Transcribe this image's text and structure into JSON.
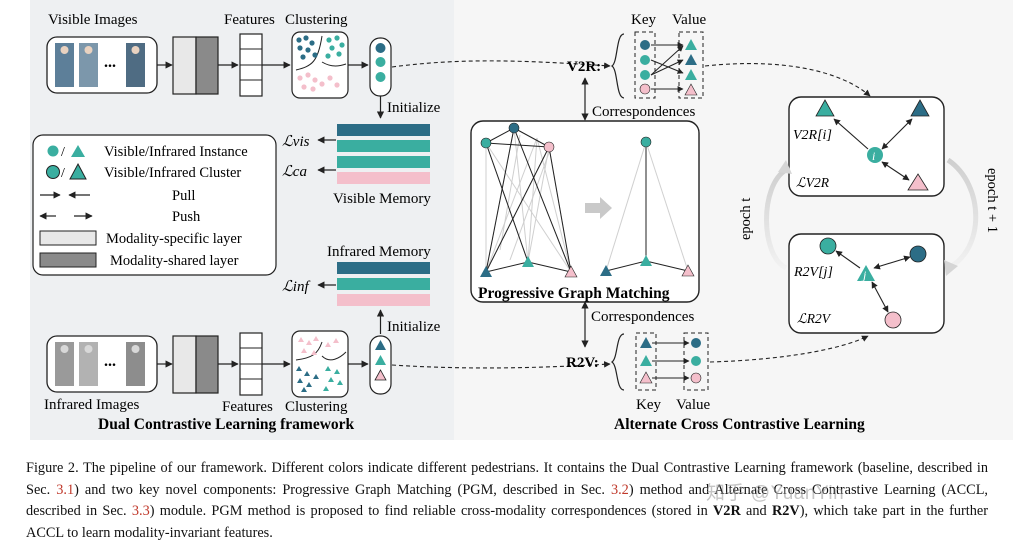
{
  "colors": {
    "teal": "#3aaea0",
    "dark_blue": "#2c6d86",
    "pink": "#f4bfcb",
    "light_gray": "#e8e8e8",
    "dark_gray": "#8a8a8a",
    "left_panel_bg": "#eef0f2",
    "right_panel_bg": "#f6f6f6"
  },
  "left": {
    "visible_images": "Visible Images",
    "infrared_images": "Infrared Images",
    "features_top": "Features",
    "clustering_top": "Clustering",
    "features_bottom": "Features",
    "clustering_bottom": "Clustering",
    "initialize_top": "Initialize",
    "initialize_bottom": "Initialize",
    "visible_memory": "Visible Memory",
    "infrared_memory": "Infrared Memory",
    "loss_vis": "ℒvis",
    "loss_ca": "ℒca",
    "loss_inf": "ℒinf",
    "ellipsis": "...",
    "framework_title": "Dual Contrastive Learning framework",
    "legend": {
      "instance": "Visible/Infrared Instance",
      "cluster": "Visible/Infrared Cluster",
      "pull": "Pull",
      "push": "Push",
      "specific": "Modality-specific layer",
      "shared": "Modality-shared layer",
      "slash": "/"
    }
  },
  "middle": {
    "key_top": "Key",
    "value_top": "Value",
    "v2r": "V2R:",
    "correspondences_top": "Correspondences",
    "pgm_title": "Progressive Graph Matching",
    "correspondences_bottom": "Correspondences",
    "r2v": "R2V:",
    "key_bottom": "Key",
    "value_bottom": "Value"
  },
  "right": {
    "v2r_i": "V2R[i]",
    "node_i": "i",
    "loss_v2r": "ℒV2R",
    "r2v_j": "R2V[j]",
    "node_j": "j",
    "loss_r2v": "ℒR2V",
    "epoch_t": "epoch t",
    "epoch_t1": "epoch t + 1",
    "accl_title": "Alternate Cross Contrastive Learning"
  },
  "caption": {
    "p1": "Figure 2.  The pipeline of our framework.  Different colors indicate different pedestrians.  It contains the Dual Contrastive Learning framework (baseline, described in Sec. ",
    "ref1": "3.1",
    "p2": ") and two key novel components: Progressive Graph Matching (PGM, described in Sec. ",
    "ref2": "3.2",
    "p3": ") method and Alternate Cross Contrastive Learning (ACCL, described in Sec. ",
    "ref3": "3.3",
    "p4": ") module. PGM method is proposed to find reliable cross-modality correspondences (stored in ",
    "b1": "V2R",
    "p5": " and ",
    "b2": "R2V",
    "p6": "), which take part in the further ACCL to learn modality-invariant features."
  },
  "watermark": "知乎 @YuanYin"
}
